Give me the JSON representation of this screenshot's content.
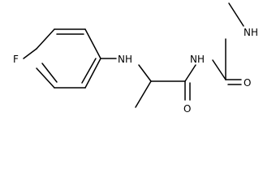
{
  "molecule": {
    "atoms": {
      "fluorine": "F",
      "amine_nh": "NH",
      "imide_nh": "NH",
      "methyl_nh": "NH",
      "carbonyl_o_left": "O",
      "carbonyl_o_right": "O"
    }
  }
}
